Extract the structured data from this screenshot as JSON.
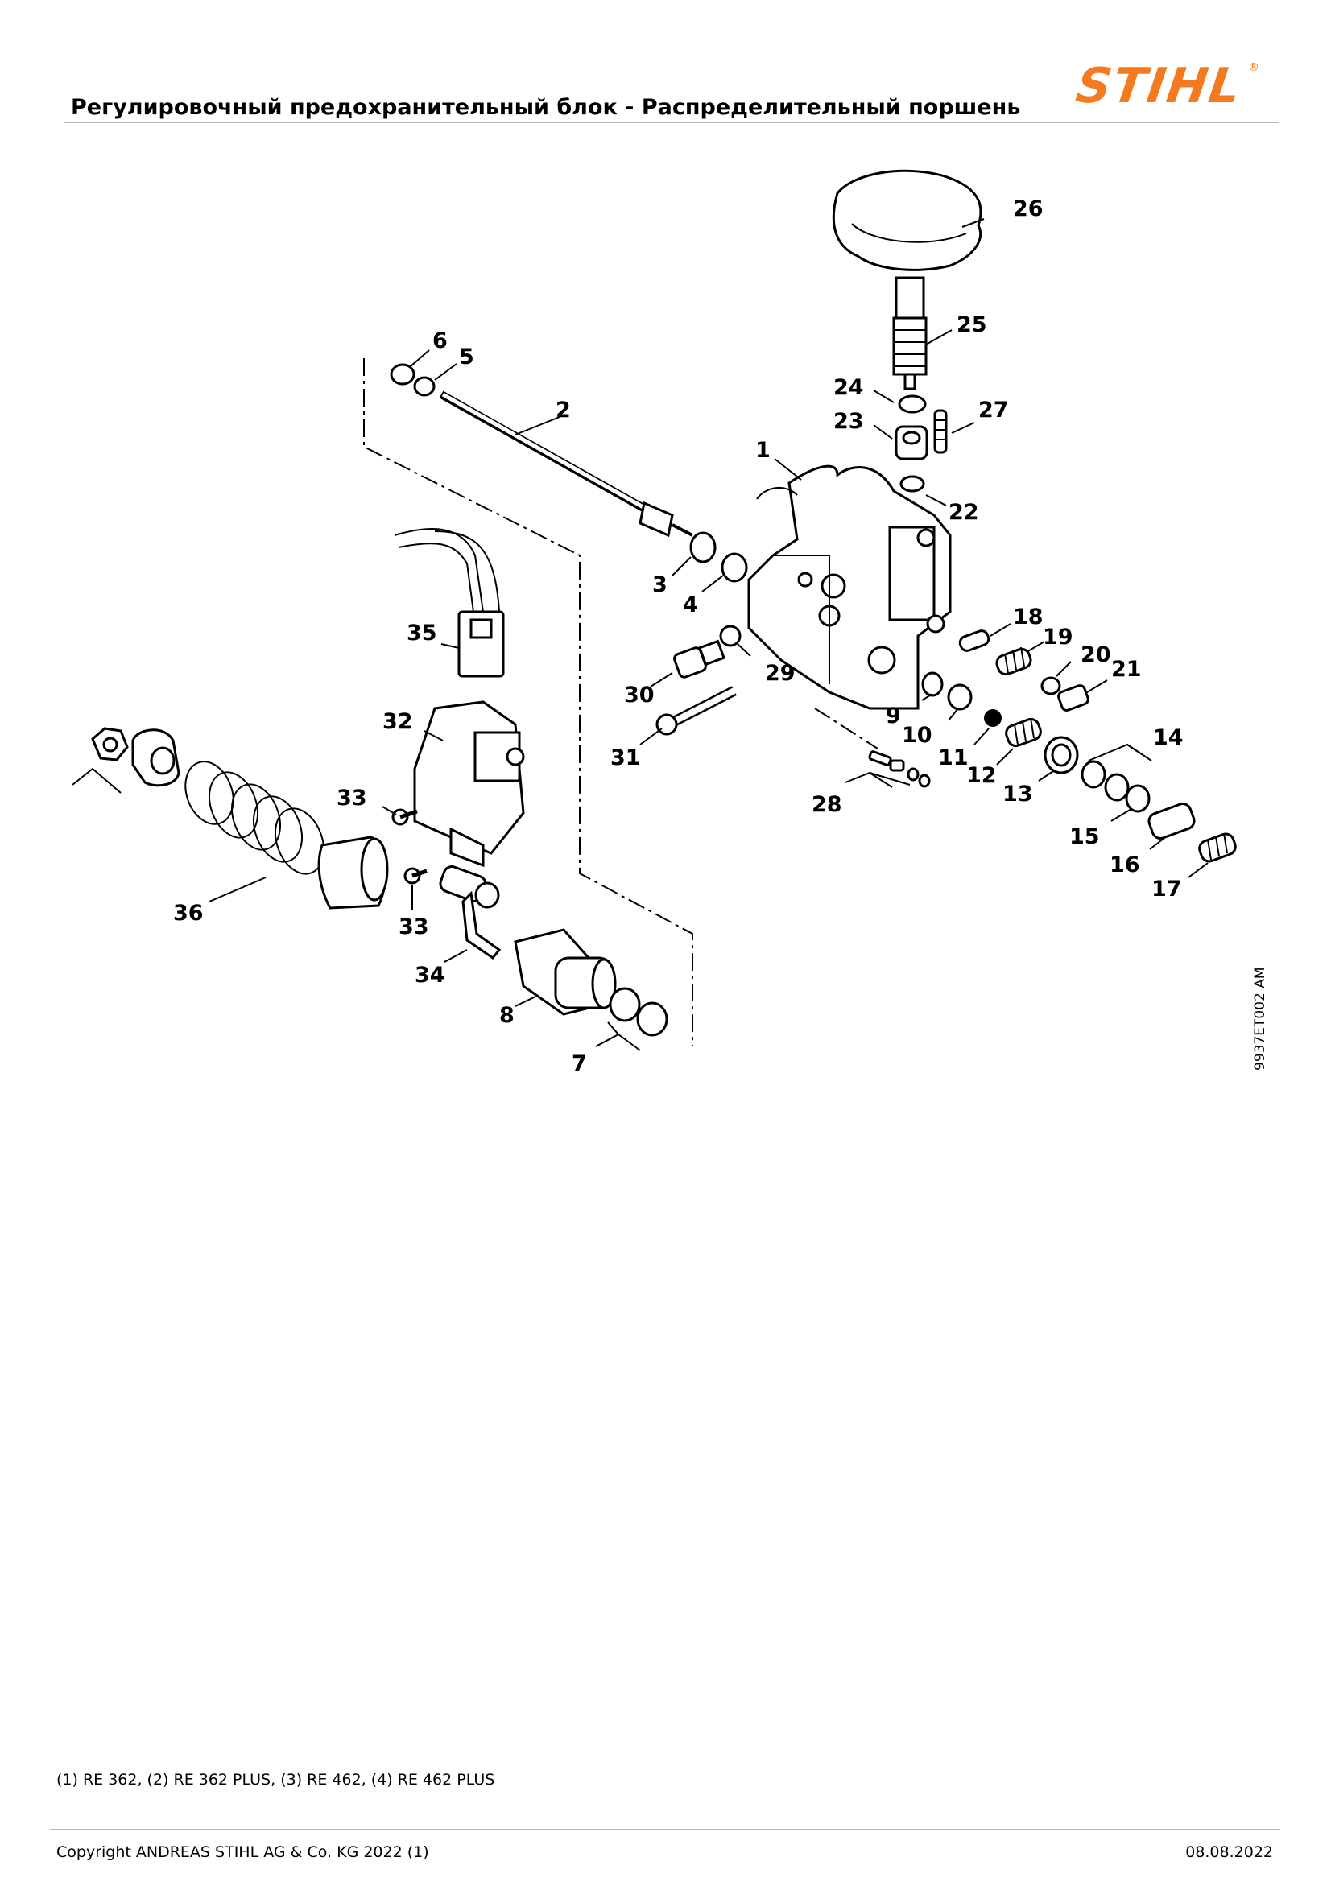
{
  "header": {
    "title": "Регулировочный предохранительный блок - Распределительный поршень",
    "logo_text": "STIHL",
    "logo_mark": "®",
    "brand_color": "#f37a1f"
  },
  "diagram": {
    "reference_code": "9937ET002 AM",
    "callouts": [
      "1",
      "2",
      "3",
      "4",
      "5",
      "6",
      "7",
      "8",
      "9",
      "10",
      "11",
      "12",
      "13",
      "14",
      "15",
      "16",
      "17",
      "18",
      "19",
      "20",
      "21",
      "22",
      "23",
      "24",
      "25",
      "26",
      "27",
      "28",
      "29",
      "30",
      "31",
      "32",
      "33",
      "33",
      "34",
      "35",
      "36"
    ]
  },
  "footer": {
    "models": "(1) RE 362, (2) RE 362 PLUS, (3) RE 462, (4) RE 462 PLUS",
    "copyright": "Copyright ANDREAS STIHL AG & Co. KG 2022 (1)",
    "date": "08.08.2022"
  }
}
